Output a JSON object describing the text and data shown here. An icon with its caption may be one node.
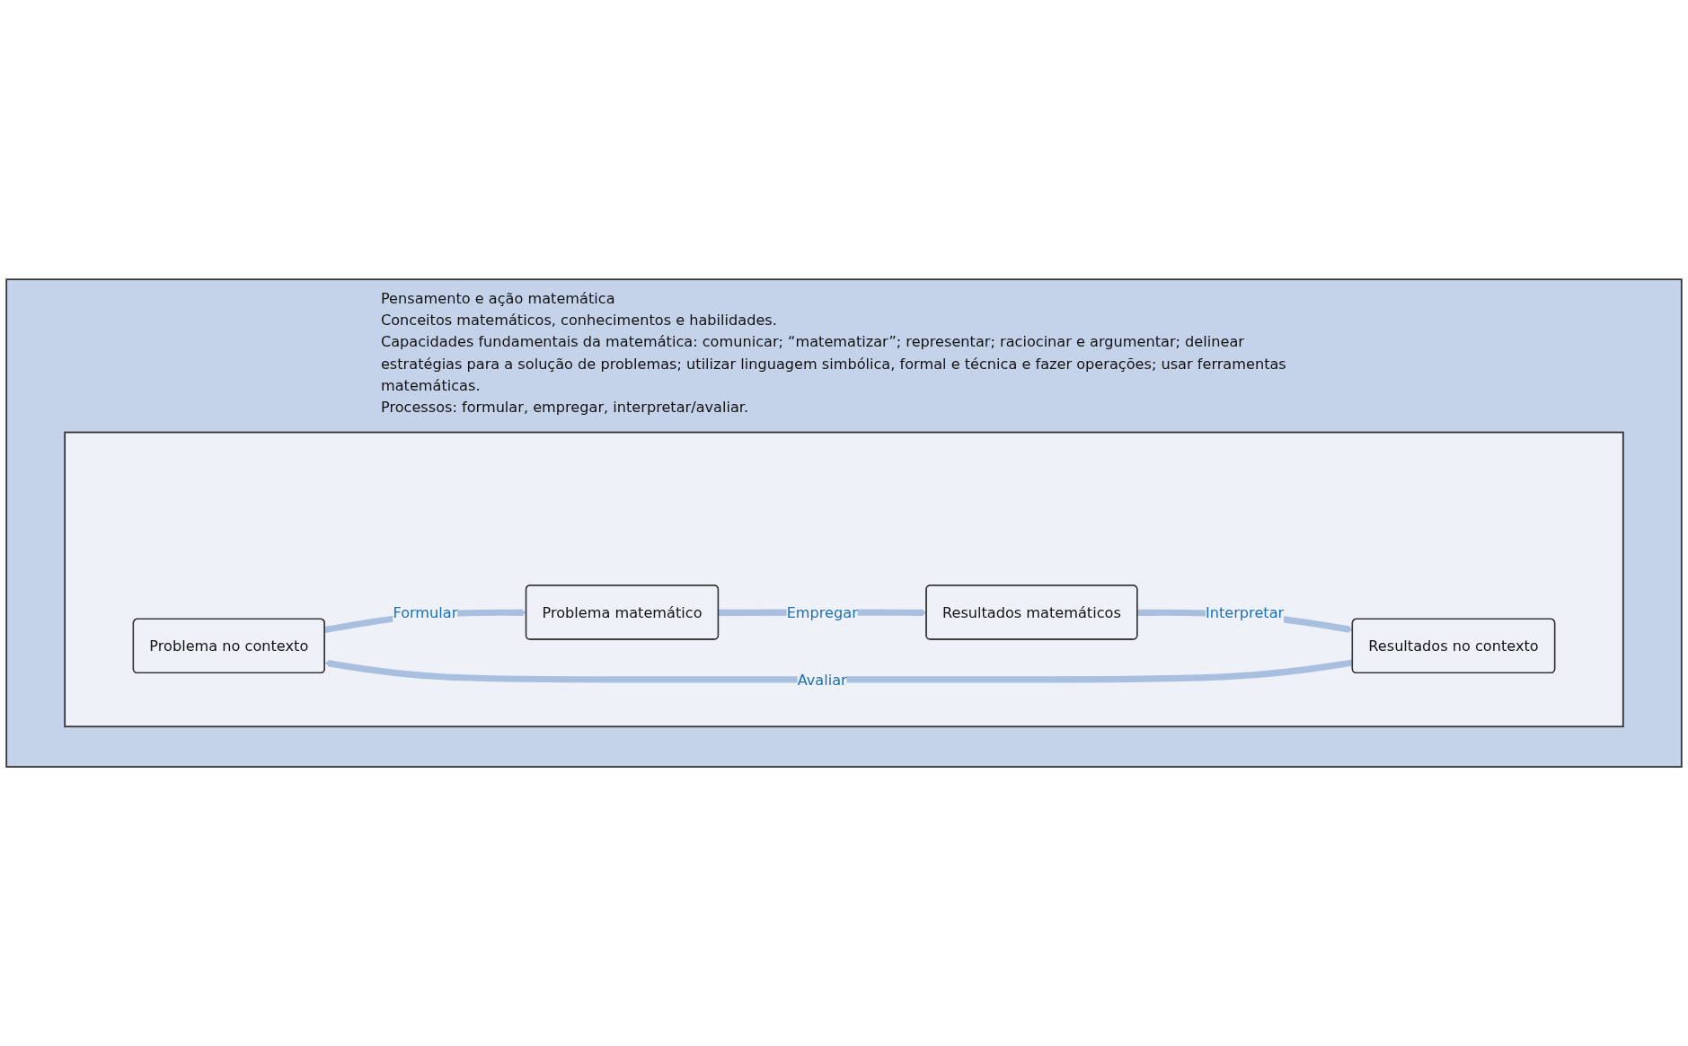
{
  "diagram": {
    "nodes": [
      {
        "text": [
          "Pensamento e ação matemática",
          "Conceitos matemáticos, conhecimentos e habilidades.",
          "Capacidades fundamentais da matemática: comunicar; “matematizar”; representar; raciocinar e argumentar; delinear estratégias para a solução de problemas; utilizar linguagem simbólica, formal e técnica e fazer operações; usar ferramentas matemáticas.",
          "Processos: formular, empregar, interpretar/avaliar."
        ]
      },
      {
        "text": [],
        "shape": "box",
        "in": 0
      },
      {
        "text": [
          "Problema no contexto"
        ],
        "in": 1
      },
      {
        "text": [
          "Problema matemático"
        ],
        "in": 1
      },
      {
        "text": [
          "Resultados no contexto"
        ],
        "in": 1
      },
      {
        "text": [
          "Resultados matemáticos"
        ],
        "in": 1
      }
    ],
    "edges": [
      {
        "from": 2,
        "to": 3,
        "arrow": "to",
        "label": "Formular"
      },
      {
        "from": 3,
        "to": 5,
        "arrow": "to",
        "label": "Empregar"
      },
      {
        "from": 5,
        "to": 4,
        "arrow": "to",
        "label": "Interpretar"
      },
      {
        "from": 4,
        "to": 2,
        "arrow": "to",
        "label": "Avaliar"
      }
    ]
  }
}
